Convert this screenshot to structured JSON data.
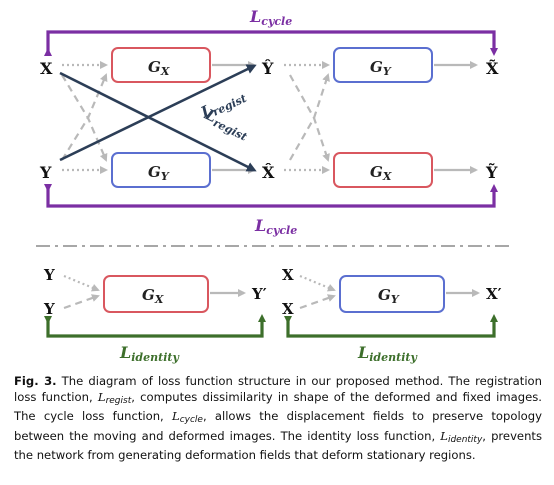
{
  "colors": {
    "cycle": "#7b2fa3",
    "identity": "#3d6f2b",
    "regist_arrow": "#2c3e57",
    "gen_x_border": "#d9575f",
    "gen_y_border": "#5b6fd0",
    "gray_arrow": "#b9b9b9",
    "divider": "#8a8a8a"
  },
  "diagram": {
    "loss_cycle_top": {
      "main": "L",
      "sub": "cycle"
    },
    "loss_cycle_bottom": {
      "main": "L",
      "sub": "cycle"
    },
    "loss_regist_1": {
      "main": "L",
      "sub": "regist"
    },
    "loss_regist_2": {
      "main": "L",
      "sub": "regist"
    },
    "loss_identity_left": {
      "main": "L",
      "sub": "identity"
    },
    "loss_identity_right": {
      "main": "L",
      "sub": "identity"
    },
    "nodes": {
      "x_in": "X",
      "y_in": "Y",
      "y_hat": "Ŷ",
      "x_hat": "X̂",
      "x_tilde": "X̃",
      "y_tilde": "Ỹ",
      "id_y1": "Y",
      "id_y2": "Y",
      "id_yprime": "Y′",
      "id_x1": "X",
      "id_x2": "X",
      "id_xprime": "X′"
    },
    "gen_top_left": {
      "main": "G",
      "sub": "X"
    },
    "gen_bottom_left": {
      "main": "G",
      "sub": "Y"
    },
    "gen_top_right": {
      "main": "G",
      "sub": "Y"
    },
    "gen_bottom_right": {
      "main": "G",
      "sub": "X"
    },
    "gen_id_left": {
      "main": "G",
      "sub": "X"
    },
    "gen_id_right": {
      "main": "G",
      "sub": "Y"
    }
  },
  "caption": {
    "label": "Fig. 3.",
    "text_1": " The diagram of loss function structure in our proposed method. The registration loss function, ",
    "sym_regist": "L",
    "sub_regist": "regist",
    "text_2": ", computes dissimilarity in shape of the deformed and fixed images. The cycle loss function, ",
    "sym_cycle": "L",
    "sub_cycle": "cycle",
    "text_3": ", allows the displacement fields to preserve topology between the moving and deformed images. The identity loss function, ",
    "sym_identity": "L",
    "sub_identity": "identity",
    "text_4": ", prevents the network from generating deformation fields that deform stationary regions."
  }
}
